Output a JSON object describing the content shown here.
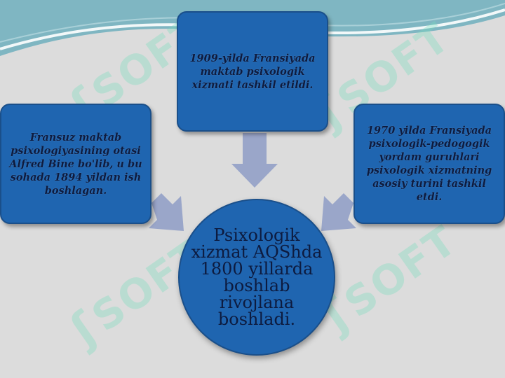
{
  "diagram": {
    "top_box": "1909-yilda Fransiyada maktab psixologik xizmati tashkil etildi.",
    "left_box": "Fransuz maktab psixologiyasining otasi Alfred Bine bo'lib, u bu sohada 1894 yildan ish boshlagan.",
    "right_box": "1970 yilda Fransiyada psixologik-pedogogik yordam guruhlari psixologik xizmatning asosiy turini tashkil etdi.",
    "center_circle": "Psixologik xizmat AQShda 1800 yillarda boshlab rivojlana boshladi."
  },
  "watermark": {
    "text": "SOFT"
  },
  "colors": {
    "box_fill": "#1f65b0",
    "arrow": "#9aa6c9",
    "background": "#dcdcdc",
    "text": "#0d1b3f"
  }
}
